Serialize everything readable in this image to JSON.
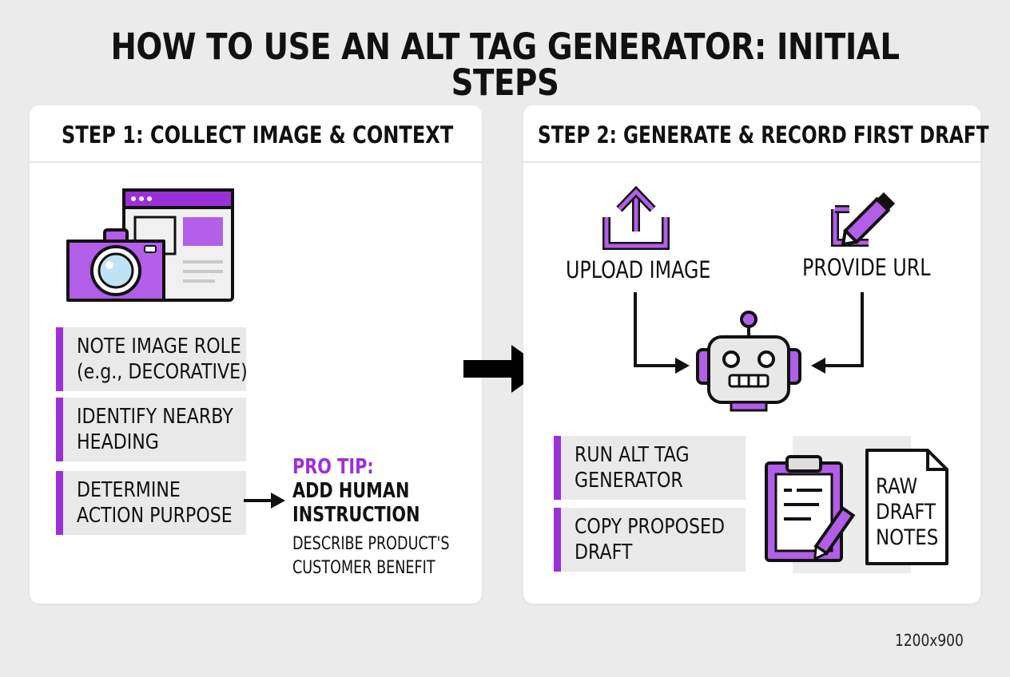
{
  "title": "HOW TO USE AN ALT TAG GENERATOR: INITIAL STEPS",
  "colors": {
    "accent": "#9b30d9",
    "accent_light": "#b25ee8",
    "dark": "#111111",
    "box": "#e9e9e9"
  },
  "step1": {
    "heading": "STEP 1: COLLECT IMAGE & CONTEXT",
    "icons": [
      "camera-icon",
      "browser-window-icon"
    ],
    "items": [
      {
        "line1": "NOTE IMAGE ROLE",
        "line2": "(e.g., DECORATIVE)"
      },
      {
        "line1": "IDENTIFY NEARBY",
        "line2": "HEADING"
      },
      {
        "line1": "DETERMINE",
        "line2": "ACTION PURPOSE"
      }
    ],
    "pro_tip": {
      "label": "PRO TIP:",
      "line1": "ADD HUMAN",
      "line2": "INSTRUCTION",
      "desc1": "DESCRIBE PRODUCT'S",
      "desc2": "CUSTOMER BENEFIT"
    }
  },
  "step2": {
    "heading": "STEP 2: GENERATE & RECORD FIRST DRAFT",
    "upload_label": "UPLOAD IMAGE",
    "url_label": "PROVIDE URL",
    "icons": [
      "upload-icon",
      "edit-icon",
      "robot-icon",
      "clipboard-icon",
      "document-icon"
    ],
    "items": [
      {
        "line1": "RUN ALT TAG",
        "line2": "GENERATOR"
      },
      {
        "line1": "COPY PROPOSED",
        "line2": "DRAFT"
      }
    ],
    "notes": {
      "line1": "RAW",
      "line2": "DRAFT",
      "line3": "NOTES"
    }
  },
  "dimensions_label": "1200x900"
}
